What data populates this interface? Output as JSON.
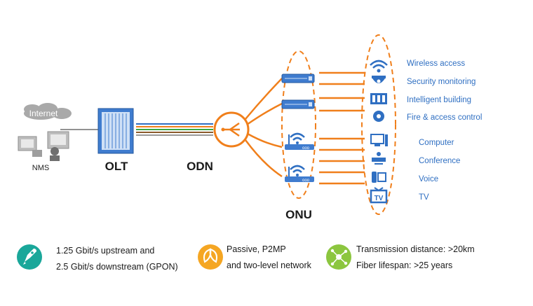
{
  "labels": {
    "internet": "Internet",
    "nms": "NMS",
    "olt": "OLT",
    "odn": "ODN",
    "onu": "ONU"
  },
  "services": [
    "Wireless access",
    "Security monitoring",
    "Intelligent building",
    "Fire & access control",
    "Computer",
    "Conference",
    "Voice",
    "TV"
  ],
  "features": [
    {
      "icon": "rocket-icon",
      "color": "#1aa79a",
      "lines": [
        "1.25 Gbit/s upstream and",
        "2.5 Gbit/s downstream (GPON)"
      ]
    },
    {
      "icon": "leaf-icon",
      "color": "#f5a623",
      "lines": [
        "Passive, P2MP",
        "and two-level network"
      ]
    },
    {
      "icon": "network-node-icon",
      "color": "#8cc63f",
      "lines": [
        "Transmission distance: >20km",
        "Fiber lifespan: >25 years"
      ]
    }
  ],
  "colors": {
    "orange": "#f07f1b",
    "blue": "#2f6fc2",
    "gray": "#9a9a9a",
    "dark": "#1a1a1a"
  }
}
